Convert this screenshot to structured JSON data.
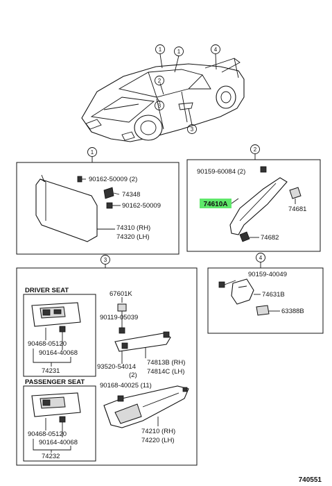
{
  "callouts": {
    "c1": "1",
    "c2": "2",
    "c3": "3",
    "c4": "4"
  },
  "panel1": {
    "bolt_a": "90162-50009 (2)",
    "holder": "74348",
    "bolt_b": "90162-50009",
    "visor_rh": "74310 (RH)",
    "visor_lh": "74320 (LH)"
  },
  "panel2": {
    "screw": "90159-60084 (2)",
    "grip": "74610A",
    "cap": "74681",
    "bracket": "74682"
  },
  "panel3": {
    "screw": "90159-40049",
    "hook": "74631B",
    "hook_cover": "63388B"
  },
  "panel4": {
    "driver_seat": "DRIVER SEAT",
    "passenger_seat": "PASSENGER SEAT",
    "d_screw_a": "90468-05120",
    "d_screw_b": "90164-40068",
    "d_switch": "74231",
    "p_screw_a": "90468-05120",
    "p_screw_b": "90164-40068",
    "p_switch": "74232",
    "clip": "67601K",
    "clip_b": "90119-05039",
    "bracket_rh": "74813B (RH)",
    "bracket_lh": "74814C (LH)",
    "screw_c": "93520-54014",
    "screw_c_qty": "(2)",
    "screw_d": "90168-40025 (11)",
    "armrest_rh": "74210 (RH)",
    "armrest_lh": "74220 (LH)"
  },
  "figure_number": "740551",
  "colors": {
    "highlight": "#5ee86a",
    "line": "#111111"
  }
}
